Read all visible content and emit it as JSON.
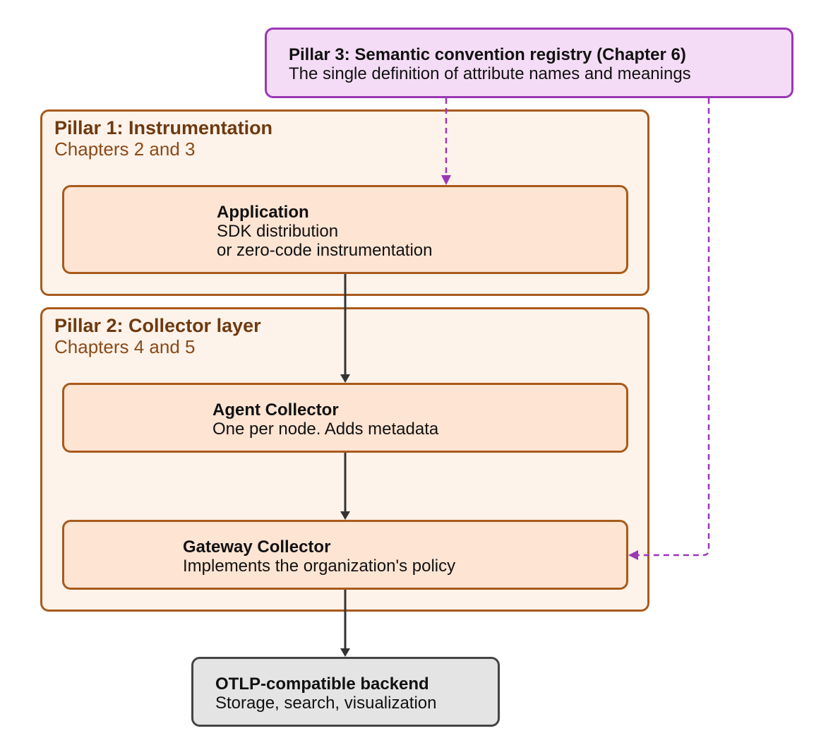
{
  "registry": {
    "title": "Pillar 3: Semantic convention registry (Chapter 6)",
    "subtitle": "The single definition of attribute names and meanings"
  },
  "pillar1": {
    "title": "Pillar 1: Instrumentation",
    "subtitle": "Chapters 2 and 3",
    "application": {
      "title": "Application",
      "line1": "SDK distribution",
      "line2": "or zero-code instrumentation"
    }
  },
  "pillar2": {
    "title": "Pillar 2: Collector layer",
    "subtitle": "Chapters 4 and 5",
    "agent": {
      "title": "Agent Collector",
      "line1": "One per node. Adds metadata"
    },
    "gateway": {
      "title": "Gateway Collector",
      "line1": "Implements the organization's policy"
    }
  },
  "backend": {
    "title": "OTLP-compatible backend",
    "line1": "Storage, search, visualization"
  },
  "colors": {
    "pillar_fill": "#fef3ea",
    "pillar_border": "#a85a1c",
    "node_fill": "#fde4d3",
    "registry_fill": "#f5dcf6",
    "registry_border": "#9b37b5",
    "backend_fill": "#e4e4e4",
    "backend_border": "#444444",
    "flow_arrow": "#333333",
    "dashed_arrow": "#9b37b5"
  }
}
